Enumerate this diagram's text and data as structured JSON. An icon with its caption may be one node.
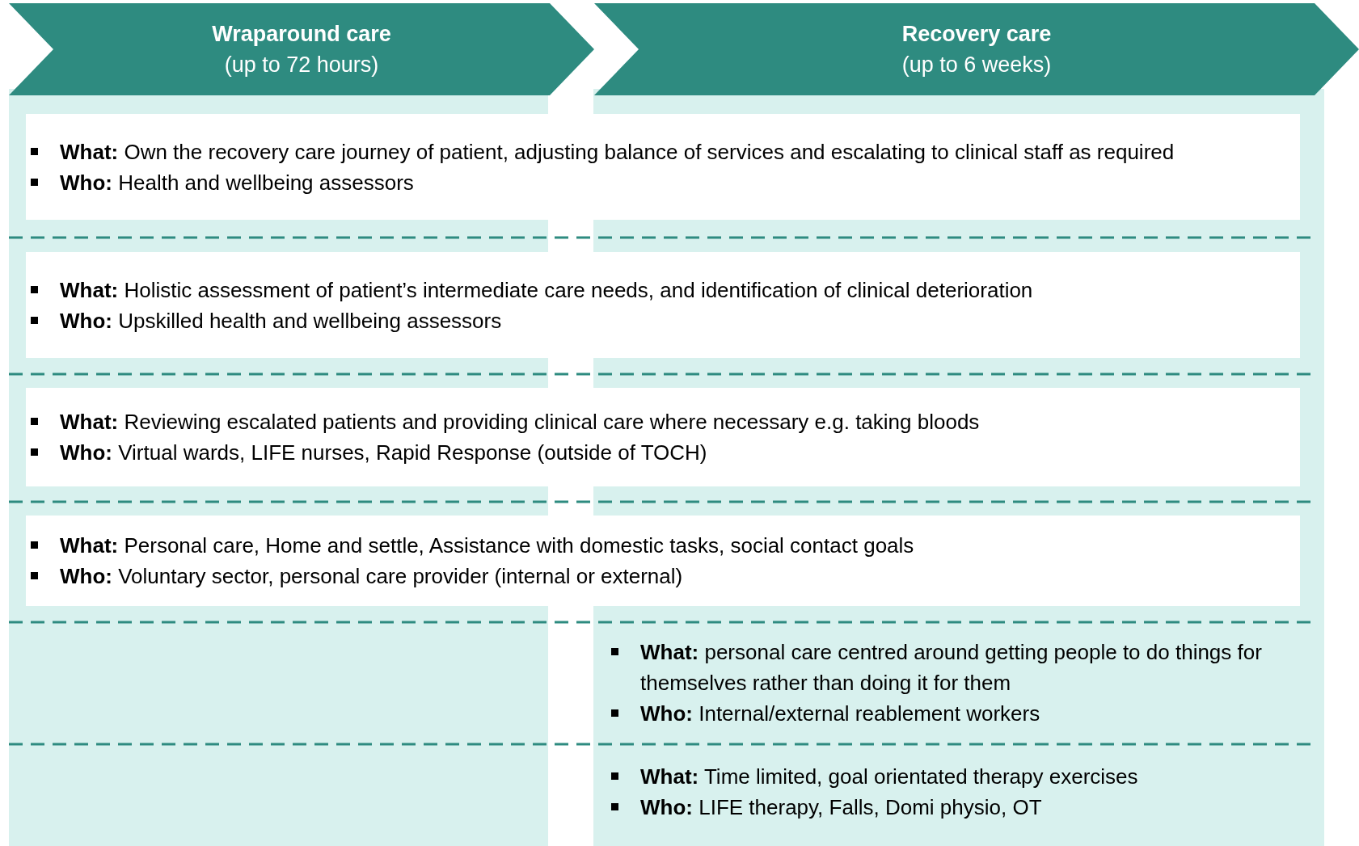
{
  "diagram": {
    "nodes": [
      {
        "text": [
          "Wraparound care",
          "(up to 72 hours)"
        ]
      },
      {
        "text": [
          "Recovery care",
          "(up to 6 weeks)"
        ]
      },
      {
        "text": [
          "**What:** Own the recovery care journey of patient, adjusting balance of services and escalating to clinical staff as required",
          "**Who:** Health and wellbeing assessors"
        ]
      },
      {
        "text": [
          "**What:** Holistic assessment of patient’s intermediate care needs, and identification of clinical deterioration",
          "**Who:** Upskilled health and wellbeing assessors"
        ]
      },
      {
        "text": [
          "**What:** Reviewing escalated patients and providing clinical care where necessary e.g. taking bloods",
          "**Who:** Virtual wards, LIFE nurses, Rapid Response (outside of TOCH)"
        ]
      },
      {
        "text": [
          "**What:** Personal care, Home and settle, Assistance with domestic tasks, social contact goals",
          "**Who:** Voluntary sector, personal care provider (internal or external)"
        ]
      },
      {
        "text": [
          "**What:** personal care centred around getting people to do things for themselves rather than doing it for them",
          "**Who:** Internal/external reablement workers"
        ]
      },
      {
        "text": [
          "**What:** Time limited, goal orientated therapy exercises",
          "**Who:** LIFE therapy, Falls, Domi physio, OT"
        ]
      }
    ]
  }
}
